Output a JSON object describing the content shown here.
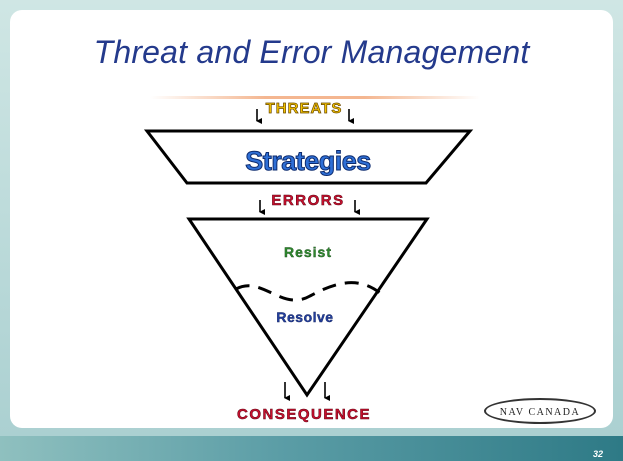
{
  "slide": {
    "title": "Threat and Error Management",
    "page_number": "32"
  },
  "diagram": {
    "threats_label": "THREATS",
    "strategies_label": "Strategies",
    "errors_label": "ERRORS",
    "resist_label": "Resist",
    "resolve_label": "Resolve",
    "consequence_label": "CONSEQUENCE"
  },
  "logo": {
    "text": "NAV CANADA"
  },
  "colors": {
    "title": "#243a8c",
    "threats": "#f5c400",
    "strategies": "#2e6fd6",
    "errors": "#c8102e",
    "resist": "#2f8a2f",
    "resolve": "#233f9e",
    "consequence": "#c8102e"
  }
}
